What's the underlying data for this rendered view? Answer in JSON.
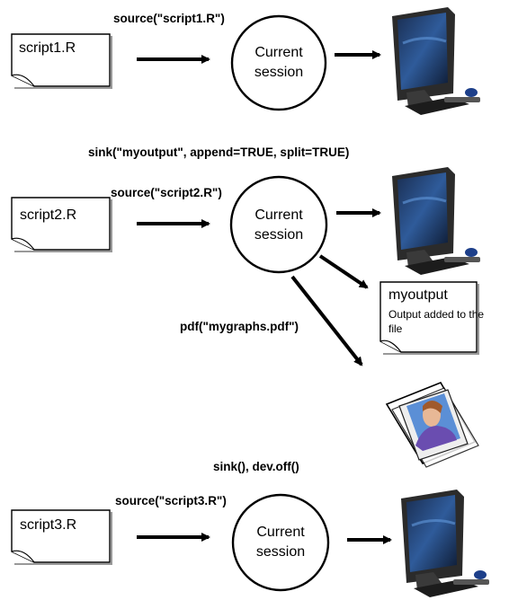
{
  "top_labels": {
    "sink_command": "sink(\"myoutput\", append=TRUE, split=TRUE)",
    "pdf_command": "pdf(\"mygraphs.pdf\")",
    "close_command": "sink(), dev.off()"
  },
  "rows": [
    {
      "script": "script1.R",
      "source_command": "source(\"script1.R\")",
      "session_line1": "Current",
      "session_line2": "session"
    },
    {
      "script": "script2.R",
      "source_command": "source(\"script2.R\")",
      "session_line1": "Current",
      "session_line2": "session"
    },
    {
      "script": "script3.R",
      "source_command": "source(\"script3.R\")",
      "session_line1": "Current",
      "session_line2": "session"
    }
  ],
  "output_file": {
    "title": "myoutput",
    "body": "Output added to the file"
  },
  "icons": [
    "computer-monitor-icon",
    "photo-stack-icon",
    "document-icon"
  ]
}
